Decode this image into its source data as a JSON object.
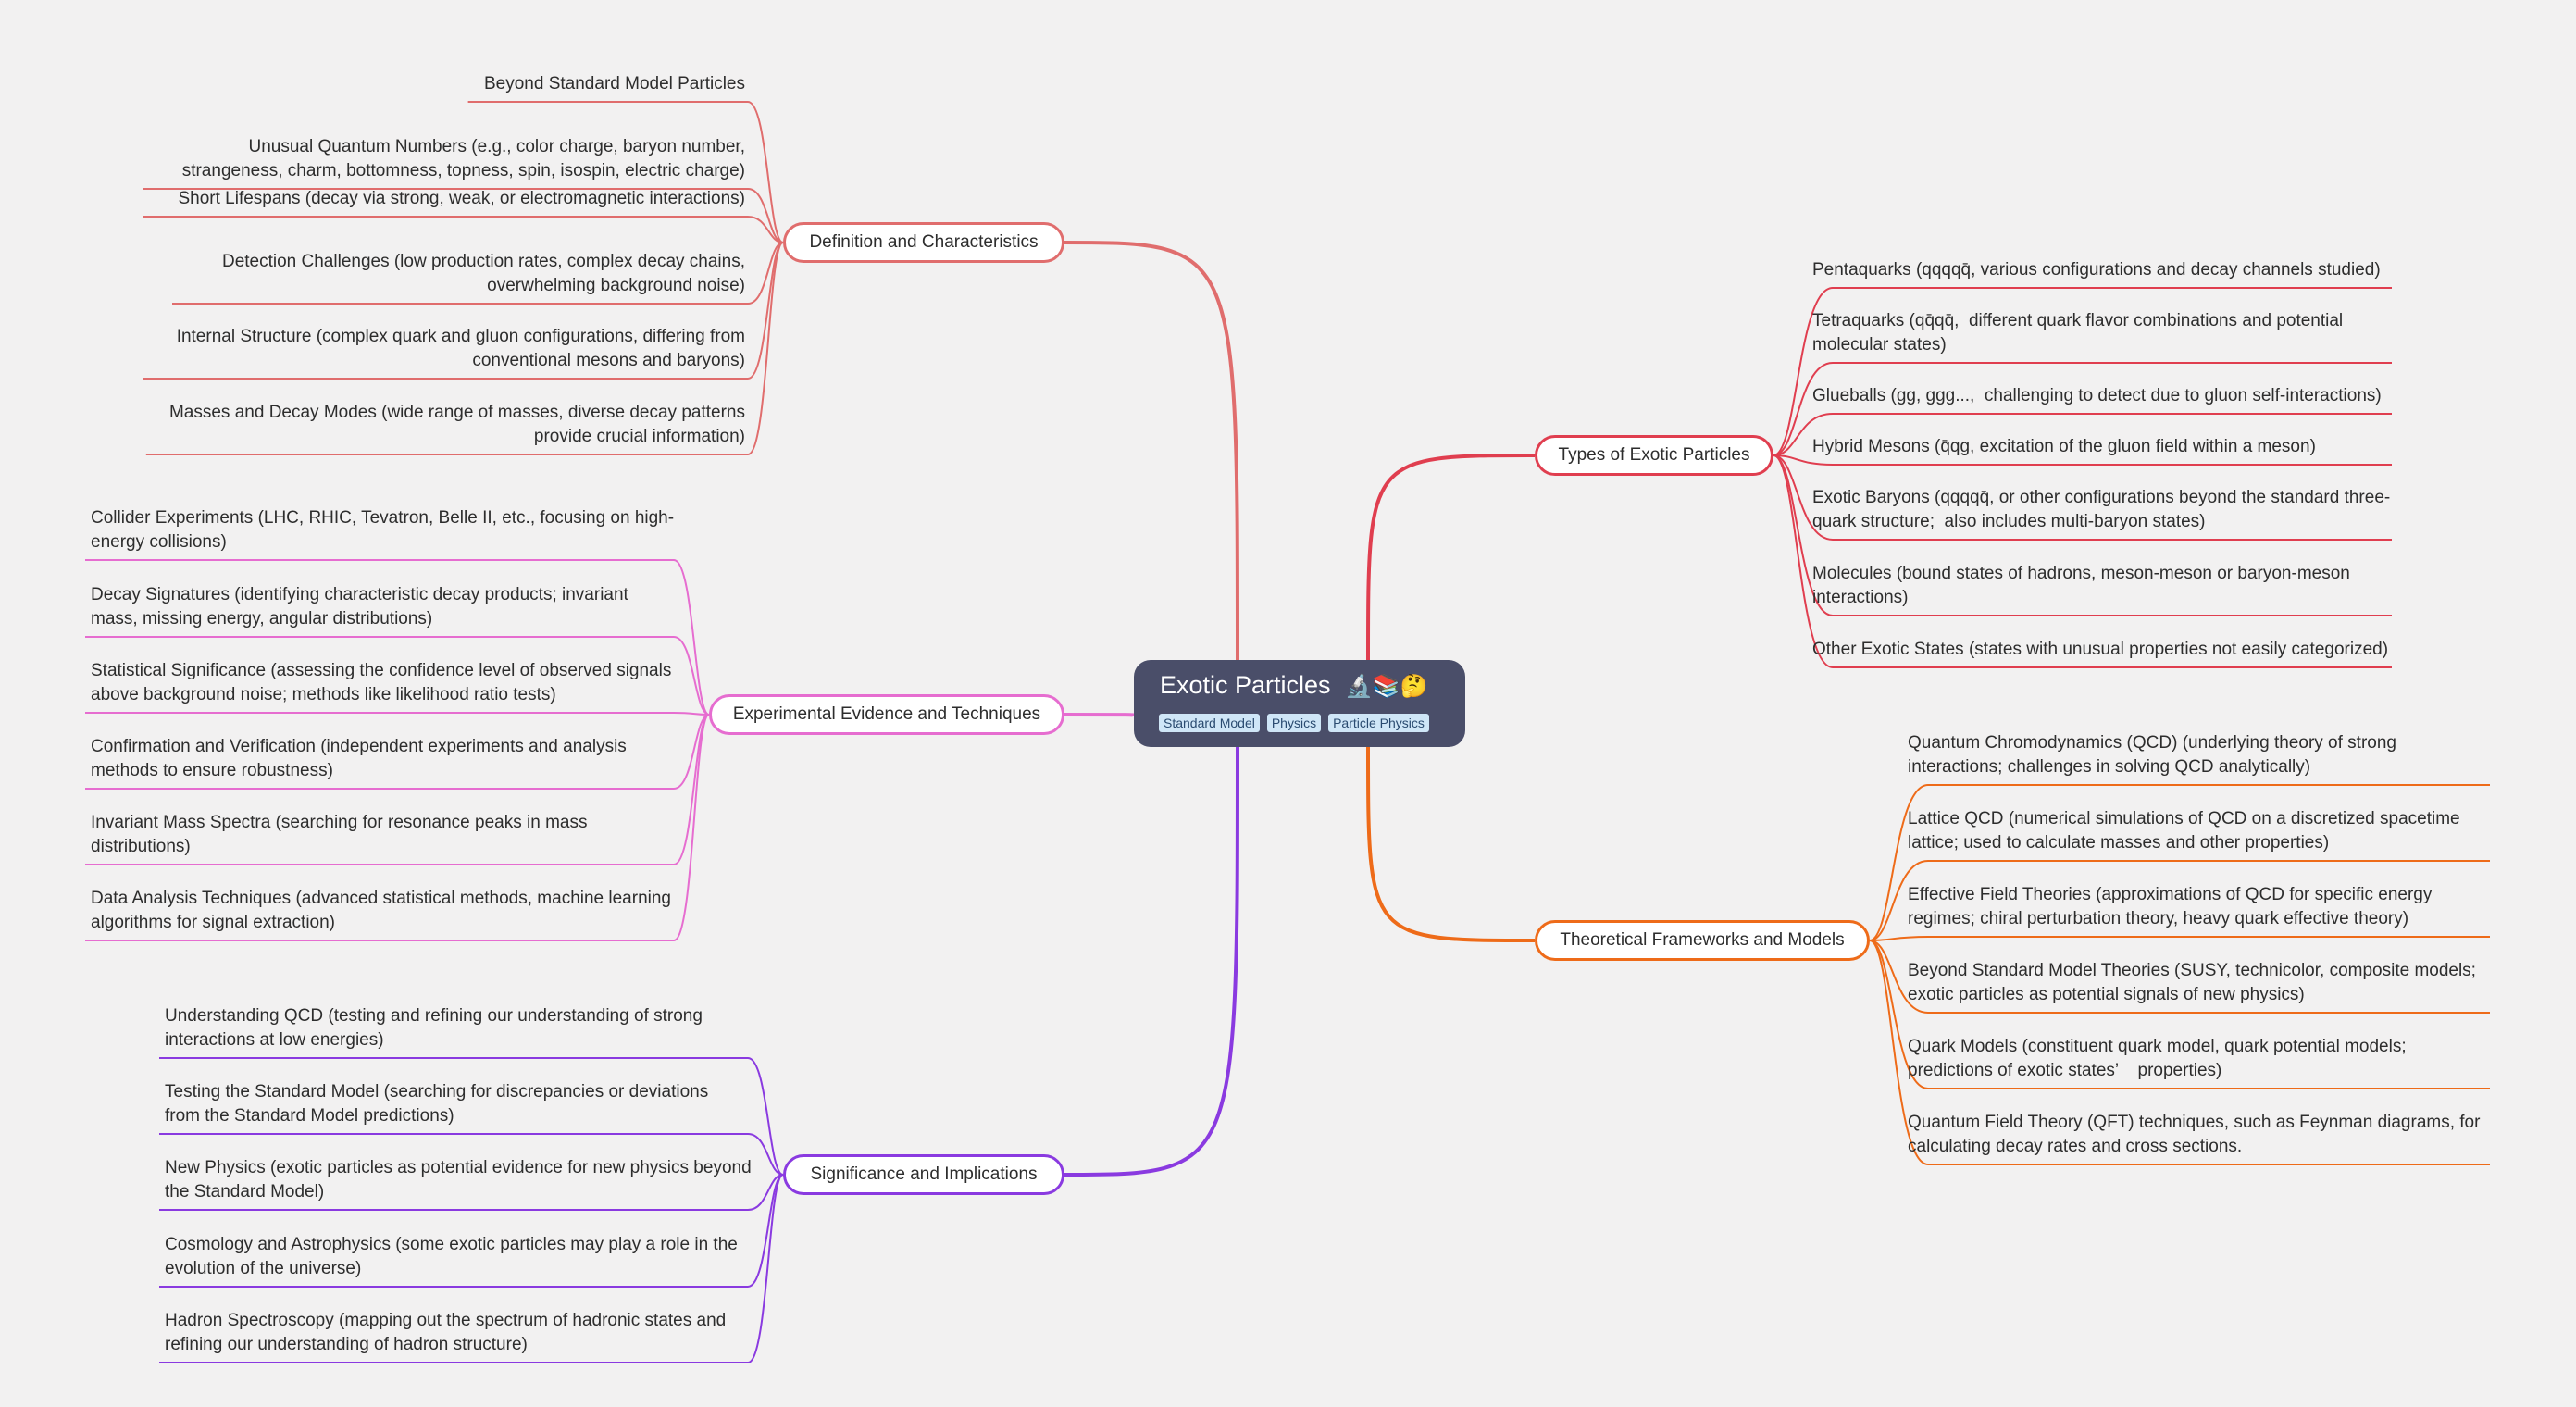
{
  "center": {
    "title": "Exotic Particles",
    "emoji": "🔬📚🤔",
    "tags": [
      "Standard Model",
      "Physics",
      "Particle Physics"
    ]
  },
  "colors": {
    "definition": "#e06d6d",
    "types": "#e03e4f",
    "experimental": "#e66dd0",
    "theoretical": "#ee6b19",
    "significance": "#8a3ae0",
    "center": "#4a4e69"
  },
  "branches": {
    "definition": {
      "label": "Definition and Characteristics",
      "leaves": [
        "Beyond Standard Model Particles",
        "Unusual Quantum Numbers (e.g., color charge, baryon number,\nstrangeness, charm, bottomness, topness, spin, isospin, electric charge)",
        "Short Lifespans (decay via strong, weak, or electromagnetic interactions)",
        "Detection Challenges (low production rates, complex decay chains,\noverwhelming background noise)",
        "Internal Structure (complex quark and gluon configurations, differing from\nconventional mesons and baryons)",
        "Masses and Decay Modes (wide range of masses, diverse decay patterns\nprovide crucial information)"
      ]
    },
    "experimental": {
      "label": "Experimental Evidence and Techniques",
      "leaves": [
        "Collider Experiments (LHC, RHIC, Tevatron, Belle II, etc., focusing on high-\nenergy collisions)",
        "Decay Signatures (identifying characteristic decay products; invariant\nmass, missing energy, angular distributions)",
        "Statistical Significance (assessing the confidence level of observed signals\nabove background noise; methods like likelihood ratio tests)",
        "Confirmation and Verification (independent experiments and analysis\nmethods to ensure robustness)",
        "Invariant Mass Spectra (searching for resonance peaks in mass\ndistributions)",
        "Data Analysis Techniques (advanced statistical methods, machine learning\nalgorithms for signal extraction)"
      ]
    },
    "significance": {
      "label": "Significance and Implications",
      "leaves": [
        "Understanding QCD (testing and refining our understanding of strong\ninteractions at low energies)",
        "Testing the Standard Model (searching for discrepancies or deviations\nfrom the Standard Model predictions)",
        "New Physics (exotic particles as potential evidence for new physics beyond\nthe Standard Model)",
        "Cosmology and Astrophysics (some exotic particles may play a role in the\nevolution of the universe)",
        "Hadron Spectroscopy (mapping out the spectrum of hadronic states and\nrefining our understanding of hadron structure)"
      ]
    },
    "types": {
      "label": "Types of Exotic Particles",
      "leaves": [
        "Pentaquarks (qqqqq̄, various configurations and decay channels studied)",
        "Tetraquarks (qq̄qq̄,  different quark flavor combinations and potential\nmolecular states)",
        "Glueballs (gg, ggg...,  challenging to detect due to gluon self-interactions)",
        "Hybrid Mesons (q̄qg, excitation of the gluon field within a meson)",
        "Exotic Baryons (qqqqq̄, or other configurations beyond the standard three-\nquark structure;  also includes multi-baryon states)",
        "Molecules (bound states of hadrons, meson-meson or baryon-meson\ninteractions)",
        "Other Exotic States (states with unusual properties not easily categorized)"
      ]
    },
    "theoretical": {
      "label": "Theoretical Frameworks and Models",
      "leaves": [
        "Quantum Chromodynamics (QCD) (underlying theory of strong\ninteractions; challenges in solving QCD analytically)",
        "Lattice QCD (numerical simulations of QCD on a discretized spacetime\nlattice; used to calculate masses and other properties)",
        "Effective Field Theories (approximations of QCD for specific energy\nregimes; chiral perturbation theory, heavy quark effective theory)",
        "Beyond Standard Model Theories (SUSY, technicolor, composite models;\nexotic particles as potential signals of new physics)",
        "Quark Models (constituent quark model, quark potential models;\npredictions of exotic states’    properties)",
        "Quantum Field Theory (QFT) techniques, such as Feynman diagrams, for\ncalculating decay rates and cross sections."
      ]
    }
  }
}
